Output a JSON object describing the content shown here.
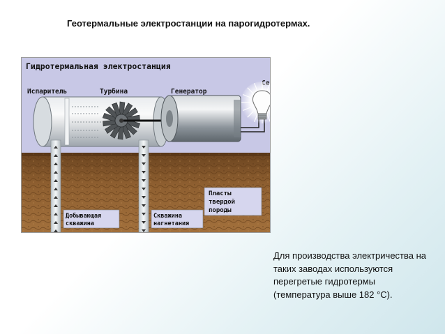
{
  "slide": {
    "title": "Геотермальные электростанции на парогидротермах."
  },
  "diagram": {
    "header": "Гидротермальная электростанция",
    "labels": {
      "evaporator": "Испаритель",
      "turbine": "Турбина",
      "generator": "Генератор",
      "grid": "Сеть",
      "strata": [
        "Пласты",
        "твердой",
        "породы"
      ],
      "production_well": [
        "Добывающая",
        "скважина"
      ],
      "injection_well": [
        "Скважина",
        "нагнетания"
      ]
    }
  },
  "caption": {
    "text": "Для производства электричества на таких заводах используются перегретые гидротермы (температура выше 182 °С)."
  },
  "colors": {
    "sky": "#c8c8e6",
    "ground": "#8a5a2c",
    "ground_dark": "#5e3a17",
    "metal": "#9aa1a8",
    "well": "#e8eef0"
  }
}
